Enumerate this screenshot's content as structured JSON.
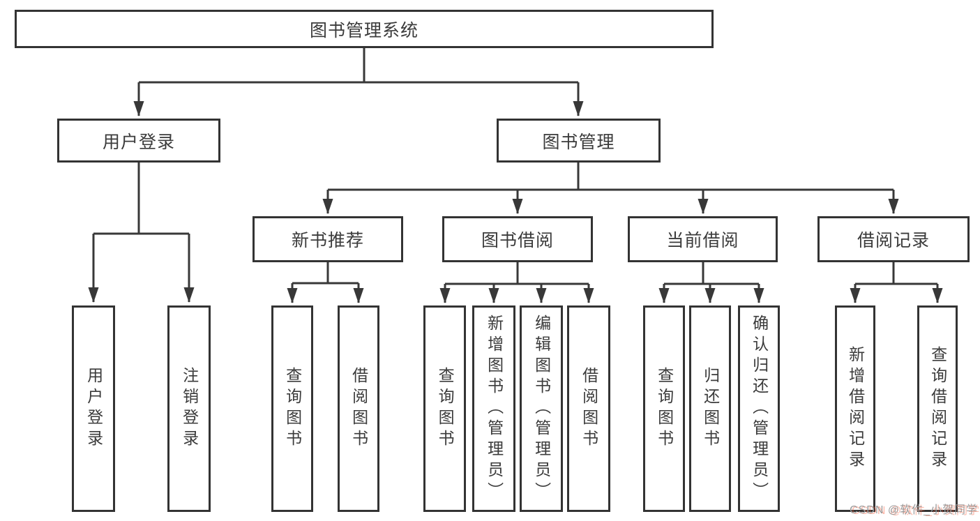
{
  "nodes": {
    "root": {
      "label": "图书管理系统"
    },
    "user_login": {
      "label": "用户登录"
    },
    "book_mgmt": {
      "label": "图书管理"
    },
    "new_book_rec": {
      "label": "新书推荐"
    },
    "book_borrow": {
      "label": "图书借阅"
    },
    "current_borrow": {
      "label": "当前借阅"
    },
    "borrow_record": {
      "label": "借阅记录"
    },
    "leaf_user_login": {
      "label": "用户登录"
    },
    "leaf_logout": {
      "label": "注销登录"
    },
    "leaf_rec_query": {
      "label": "查询图书"
    },
    "leaf_rec_borrow": {
      "label": "借阅图书"
    },
    "leaf_bb_query": {
      "label": "查询图书"
    },
    "leaf_bb_add": {
      "label": "新增图书（管理员）"
    },
    "leaf_bb_edit": {
      "label": "编辑图书（管理员）"
    },
    "leaf_bb_borrow": {
      "label": "借阅图书"
    },
    "leaf_cb_query": {
      "label": "查询图书"
    },
    "leaf_cb_return": {
      "label": "归还图书"
    },
    "leaf_cb_confirm": {
      "label": "确认归还（管理员）"
    },
    "leaf_br_add": {
      "label": "新增借阅记录"
    },
    "leaf_br_query": {
      "label": "查询借阅记录"
    }
  },
  "hierarchy": {
    "图书管理系统": {
      "用户登录": [
        "用户登录",
        "注销登录"
      ],
      "图书管理": {
        "新书推荐": [
          "查询图书",
          "借阅图书"
        ],
        "图书借阅": [
          "查询图书",
          "新增图书（管理员）",
          "编辑图书（管理员）",
          "借阅图书"
        ],
        "当前借阅": [
          "查询图书",
          "归还图书",
          "确认归还（管理员）"
        ],
        "借阅记录": [
          "新增借阅记录",
          "查询借阅记录"
        ]
      }
    }
  },
  "watermark": {
    "text": "CSDN @软件_小贺同学"
  },
  "colors": {
    "line": "#383838",
    "box_border": "#333333",
    "box_background": "#ffffff",
    "text": "#3b3b3b",
    "watermark_text": "#9b9b9b",
    "watermark_accent": "#fc5531"
  }
}
